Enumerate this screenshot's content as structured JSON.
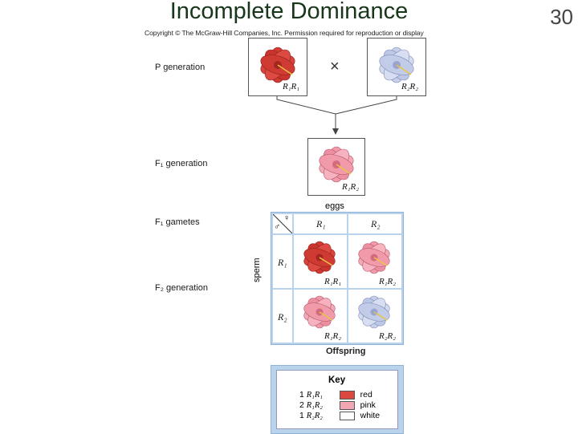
{
  "title": "Incomplete Dominance",
  "slide_number": "30",
  "copyright": "Copyright © The McGraw-Hill Companies, Inc. Permission required for reproduction or display",
  "labels": {
    "p_gen": "P generation",
    "f1_gen": "F₁ generation",
    "f1_gametes": "F₁ gametes",
    "f2_gen": "F₂ generation",
    "eggs": "eggs",
    "sperm": "sperm",
    "offspring": "Offspring",
    "cross": "×",
    "female_symbol": "♀",
    "male_symbol": "♂"
  },
  "genotypes": {
    "r1r1": "R₁R₁",
    "r2r2": "R₂R₂",
    "r1r2": "R₁R₂",
    "r1": "R₁",
    "r2": "R₂"
  },
  "key": {
    "title": "Key",
    "rows": [
      {
        "count": "1",
        "genotype": "R₁R₁",
        "phenotype": "red",
        "color": "#d9473f"
      },
      {
        "count": "2",
        "genotype": "R₁R₂",
        "phenotype": "pink",
        "color": "#f2a7b4"
      },
      {
        "count": "1",
        "genotype": "R₂R₂",
        "phenotype": "white",
        "color": "#ffffff"
      }
    ]
  },
  "colors": {
    "red_flower": "#d23b33",
    "pink_flower": "#f09aaa",
    "white_flower": "#c6d0ea",
    "title": "#17361a",
    "punnett_bg": "#b9d3ec"
  }
}
